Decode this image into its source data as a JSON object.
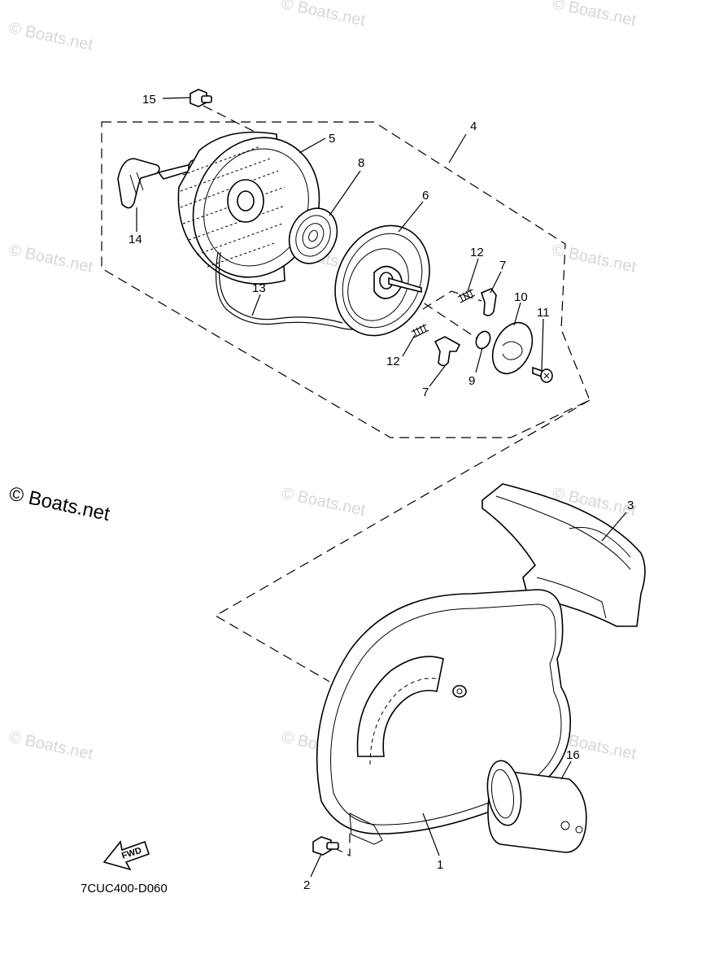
{
  "watermark": {
    "text": "© Boats.net",
    "main_text": "© Boats.net"
  },
  "diagram_code": "7CUC400-D060",
  "fwd_label": "FWD",
  "callouts": {
    "c1": "1",
    "c2": "2",
    "c3": "3",
    "c4": "4",
    "c5": "5",
    "c6": "6",
    "c7a": "7",
    "c7b": "7",
    "c8": "8",
    "c9": "9",
    "c10": "10",
    "c11": "11",
    "c12a": "12",
    "c12b": "12",
    "c13": "13",
    "c14": "14",
    "c15": "15",
    "c16": "16"
  }
}
